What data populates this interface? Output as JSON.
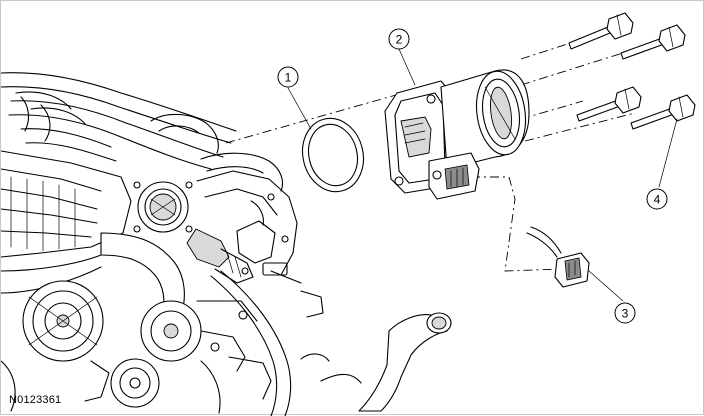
{
  "figure": {
    "id_label": "N0123361"
  },
  "callouts": [
    {
      "number": "1"
    },
    {
      "number": "2"
    },
    {
      "number": "3"
    },
    {
      "number": "4"
    }
  ],
  "parts": {
    "engine": "engine-assembly",
    "gasket": "throttle-body-gasket",
    "throttle_body": "throttle-body",
    "connector": "electrical-connector",
    "bolts": "throttle-body-bolts"
  },
  "colors": {
    "line": "#000000",
    "shade_light": "#d9d9d9",
    "shade_dark": "#8c8c8c",
    "background": "#ffffff"
  }
}
